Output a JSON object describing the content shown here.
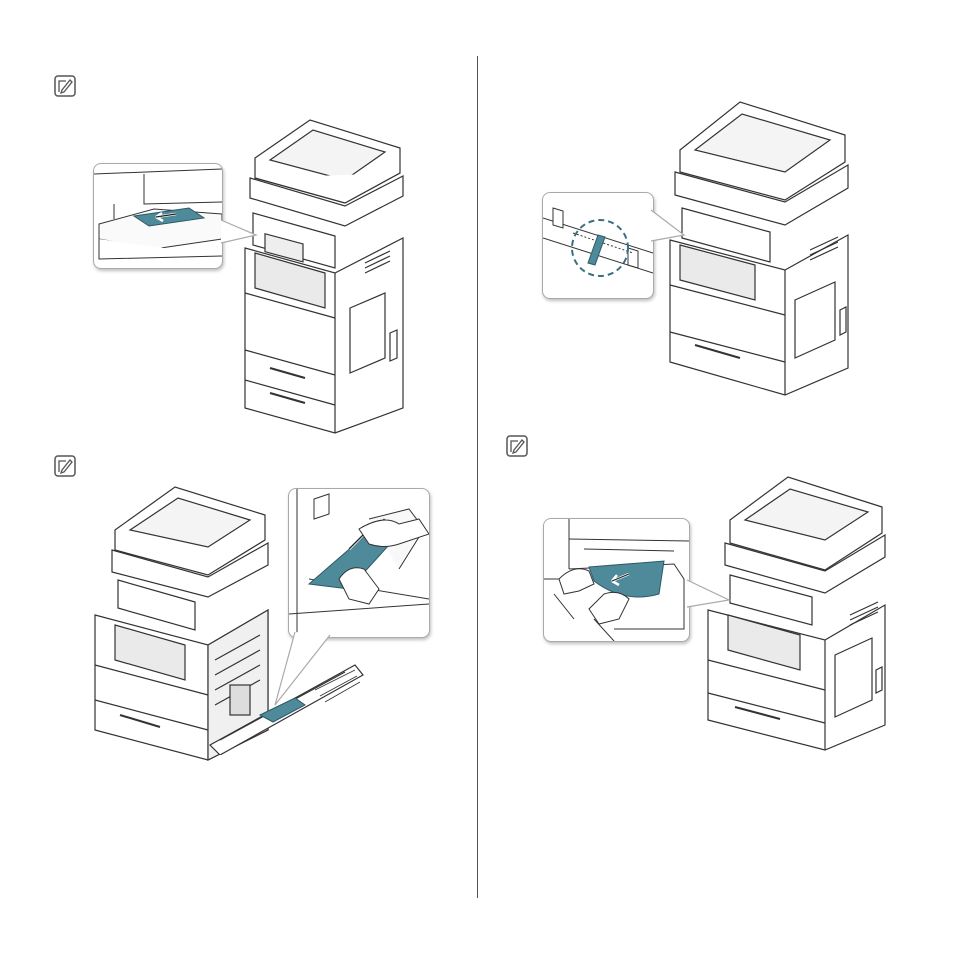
{
  "page": {
    "icons": [
      "note-icon",
      "note-icon",
      "note-icon"
    ],
    "paper_color": "#4f8a9a",
    "figures": [
      {
        "id": "output-tray-jam",
        "icon": "printer-icon"
      },
      {
        "id": "right-door-jam",
        "icon": "printer-icon"
      },
      {
        "id": "scanner-lever",
        "icon": "printer-icon"
      },
      {
        "id": "finisher-jam",
        "icon": "printer-icon"
      }
    ]
  }
}
